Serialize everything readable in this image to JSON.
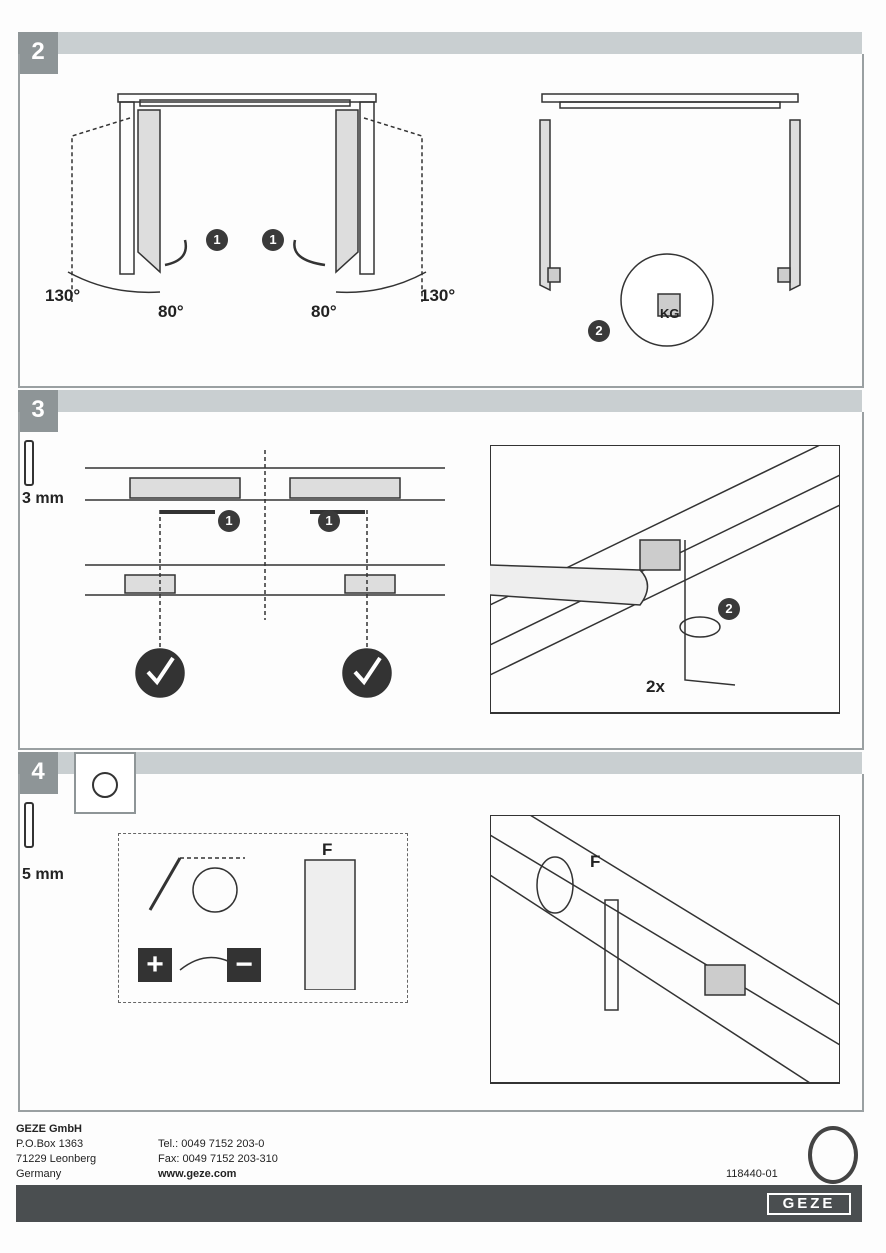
{
  "section2": {
    "number": "2",
    "angle_open": "130°",
    "angle_hold": "80°",
    "step1": "1",
    "step2": "2",
    "weight_label": "KG"
  },
  "section3": {
    "number": "3",
    "tool_size": "3 mm",
    "step1": "1",
    "step2": "2",
    "turns": "2x"
  },
  "section4": {
    "number": "4",
    "tool_size": "5 mm",
    "force_label": "F",
    "plus": "+",
    "minus": "−"
  },
  "footer": {
    "company": "GEZE GmbH",
    "pobox": "P.O.Box 1363",
    "city": "71229 Leonberg",
    "country": "Germany",
    "tel": "Tel.: 0049 7152 203-0",
    "fax": "Fax: 0049 7152 203-310",
    "web": "www.geze.com",
    "doc_number": "118440-01",
    "logo": "GEZE"
  }
}
